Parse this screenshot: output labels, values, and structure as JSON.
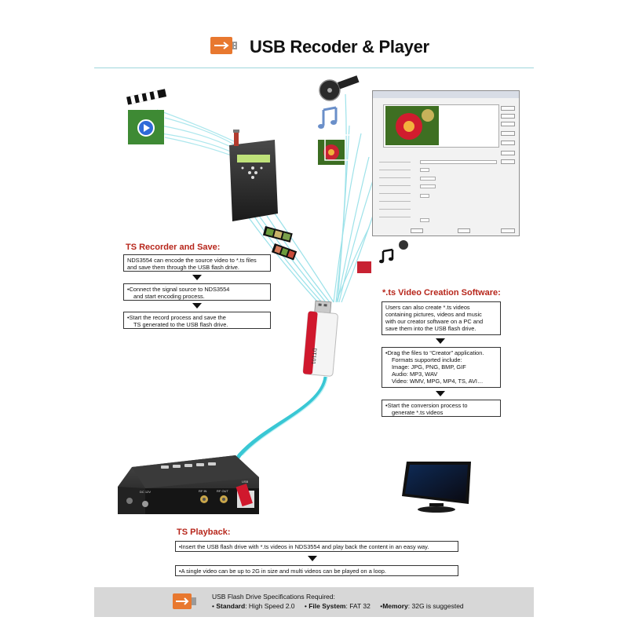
{
  "header": {
    "title": "USB Recoder & Player",
    "logo_icon": "usb-drive-icon"
  },
  "colors": {
    "accent_red": "#b7261b",
    "cable_cyan": "#39c7d4",
    "footer_bg": "#d7d7d7",
    "logo_orange": "#e8782f"
  },
  "ts_recorder": {
    "title": "TS Recorder and Save:",
    "step1": [
      "NDS3554 can encode the source video to *.ts files",
      "and save them through the USB flash drive."
    ],
    "step2": [
      "Connect the signal source to NDS3554",
      "and start encoding process."
    ],
    "step3": [
      "Start the record process and save the",
      "TS generated to the USB flash drive."
    ]
  },
  "ts_creation": {
    "title": "*.ts Video Creation Software:",
    "step1": [
      "Users can also create *.ts videos",
      "containing pictures, videos and music",
      "with our creator software on a PC and",
      "save them into the USB flash drive."
    ],
    "step2": [
      "Drag the files to “Creator” application.",
      "Formats supported include:",
      "Image: JPG, PNG, BMP, GIF",
      "Audio: MP3, WAV",
      "Video: WMV, MPG, MP4, TS, AVI…"
    ],
    "step3": [
      "Start the conversion process to",
      "generate *.ts videos"
    ]
  },
  "ts_playback": {
    "title": "TS Playback:",
    "step1": "Insert the USB flash drive with *.ts videos in NDS3554 and play back the content in an easy way.",
    "step2": "A single video can be up to 2G in size and multi videos can be played on a loop."
  },
  "footer": {
    "heading": "USB Flash Drive Specifications Required:",
    "specs": [
      {
        "label": "Standard",
        "value": ": High Speed 2.0"
      },
      {
        "label": "File System",
        "value": ": FAT 32"
      },
      {
        "label": "Memory",
        "value": ": 32G is suggested"
      }
    ]
  },
  "device_labels": {
    "dc": "DC 12V",
    "rf_in": "RF IN",
    "rf_out": "RF OUT",
    "usb": "USB"
  }
}
